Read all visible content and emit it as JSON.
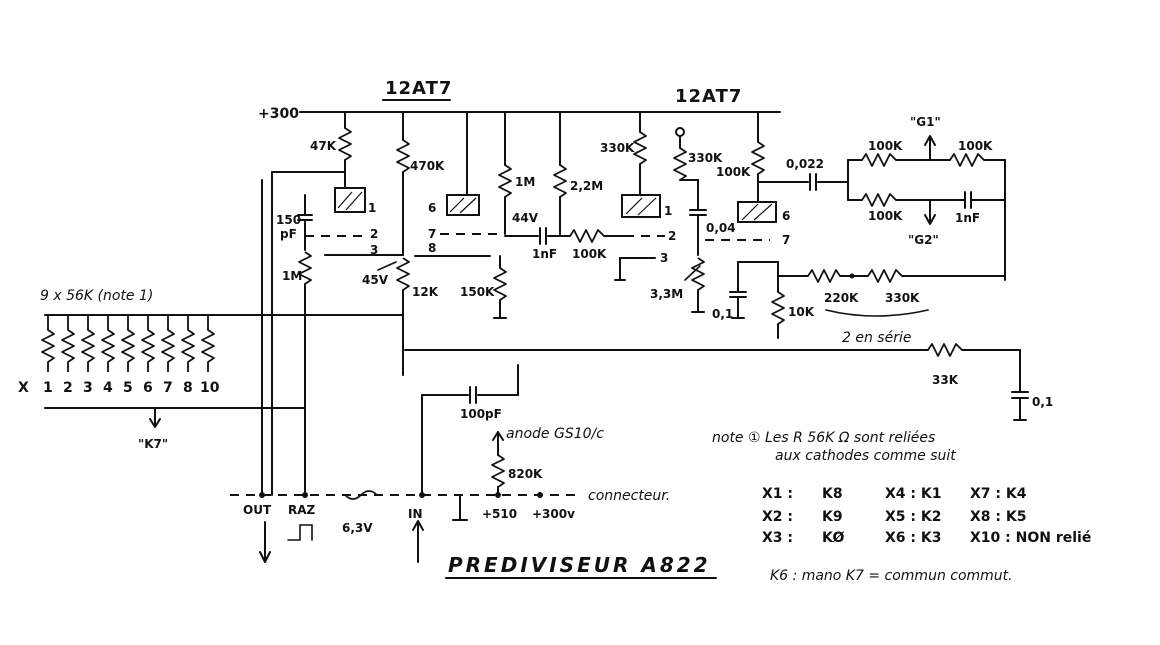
{
  "title": "PREDIVISEUR A822",
  "tubes": {
    "left": "12AT7",
    "right": "12AT7"
  },
  "supply": {
    "hv": "+300"
  },
  "components": {
    "r47k": "47K",
    "r470k": "470K",
    "r1m_grid": "1M",
    "r1m": "1M",
    "r2m2": "2,2M",
    "r330k_a": "330K",
    "r330k_b": "330K",
    "r100k_anode": "100K",
    "c0022": "0,022",
    "r100k_top_l": "100K",
    "r100k_top_r": "100K",
    "r100k_bot": "100K",
    "c1nf_right": "1nF",
    "c150pf": "150\npF",
    "r12k": "12K",
    "r150k": "150K",
    "c1nf_mid": "1nF",
    "r100k_mid": "100K",
    "c004": "0,04",
    "r33m": "3,3M",
    "c01": "0,1",
    "r10k": "10K",
    "r220k": "220K",
    "r330k_c": "330K",
    "r33k": "33K",
    "c01_right": "0,1",
    "c100pf": "100pF",
    "r820k": "820K",
    "v45": "45V",
    "v44": "44V"
  },
  "pins": {
    "left_tube_1": "1",
    "left_tube_2": "2",
    "left_tube_3": "3",
    "left_tube_6": "6",
    "left_tube_7": "7",
    "left_tube_8": "8",
    "right_tube_1": "1",
    "right_tube_2": "2",
    "right_tube_3": "3",
    "right_tube_6": "6",
    "right_tube_7": "7"
  },
  "outputs": {
    "g1": "\"G1\"",
    "g2": "\"G2\""
  },
  "resistor_bank": {
    "label": "9 x 56K (note 1)",
    "x_prefix": "X",
    "numbers": [
      "1",
      "2",
      "3",
      "4",
      "5",
      "6",
      "7",
      "8",
      "10"
    ],
    "k7": "\"K7\""
  },
  "anode_label": "anode GS10/c",
  "series_note": "2 en série",
  "connector": {
    "label": "connecteur.",
    "pins": [
      "OUT",
      "RAZ",
      "6,3V",
      "IN",
      "+510",
      "+300v"
    ]
  },
  "note": {
    "line1": "note ① Les R 56K Ω sont reliées",
    "line2": "aux cathodes comme suit"
  },
  "mapping": [
    [
      "X1 :",
      "K8",
      "X4 : K1",
      "X7 : K4"
    ],
    [
      "X2 :",
      "K9",
      "X5 : K2",
      "X8 : K5"
    ],
    [
      "X3 :",
      "KØ",
      "X6 : K3",
      "X10 : NON relié"
    ]
  ],
  "bottom_note": "K6 : mano   K7 = commun commut."
}
